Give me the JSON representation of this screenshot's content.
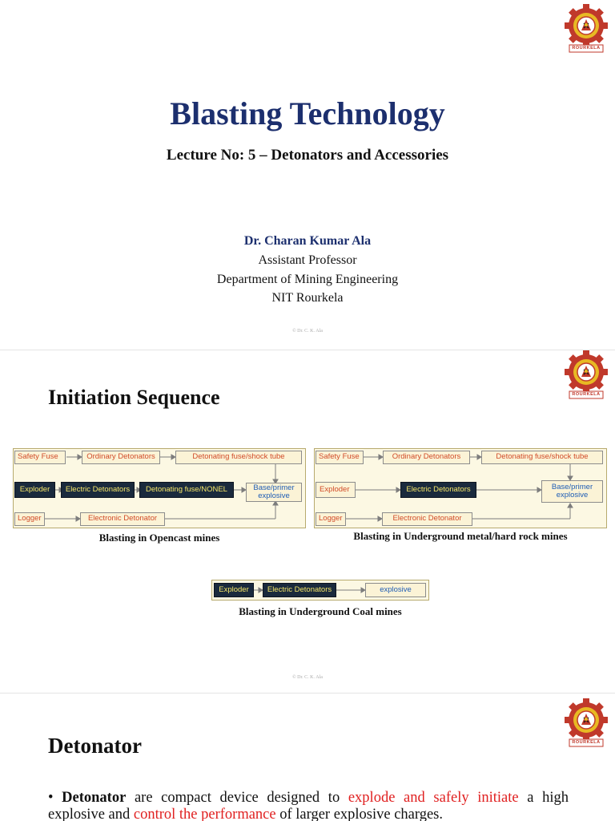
{
  "slide1": {
    "title": "Blasting Technology",
    "subtitle": "Lecture No: 5 – Detonators and Accessories",
    "author": "Dr. Charan  Kumar Ala",
    "position": "Assistant  Professor",
    "department": "Department  of  Mining Engineering",
    "institute": "NIT Rourkela",
    "copyright": "© Dr.  C.  K.  Ala"
  },
  "logo": {
    "ribbon_text": "ROURKELA",
    "icon": "nit-rourkela-emblem-icon",
    "colors": {
      "red": "#c0392b",
      "gold": "#e8b923"
    }
  },
  "slide2": {
    "heading": "Initiation Sequence",
    "diagram_opencast": {
      "row1": [
        "Safety Fuse",
        "Ordinary Detonators",
        "Detonating fuse/shock tube"
      ],
      "row2": [
        "Exploder",
        "Electric Detonators",
        "Detonating fuse/NONEL"
      ],
      "row3": [
        "Logger",
        "Electronic Detonator"
      ],
      "target": "Base/primer explosive",
      "caption": "Blasting in Opencast mines"
    },
    "diagram_underground_metal": {
      "row1": [
        "Safety Fuse",
        "Ordinary Detonators",
        "Detonating fuse/shock tube"
      ],
      "row2": [
        "Exploder",
        "Electric Detonators"
      ],
      "row3": [
        "Logger",
        "Electronic Detonator"
      ],
      "target": "Base/primer explosive",
      "caption": "Blasting in Underground metal/hard rock mines"
    },
    "diagram_coal": {
      "boxes": [
        "Exploder",
        "Electric Detonators",
        "explosive"
      ],
      "caption": "Blasting in Underground Coal mines"
    },
    "copyright": "© Dr.  C.  K.  Ala"
  },
  "slide3": {
    "heading": "Detonator",
    "bullet": {
      "marker": "•",
      "term": "Detonator",
      "text1": " are compact device designed to ",
      "highlight1": "explode and safely initiate",
      "text2": " a high explosive and ",
      "highlight2": "control the performance",
      "text3": " of larger explosive charges."
    }
  },
  "colors": {
    "title_navy": "#1c2f6e",
    "highlight_red": "#e02020",
    "dark_box": "#1a2a3d",
    "dark_box_text": "#f5e66a",
    "light_box_text": "#d14b28",
    "blue_text": "#1f5db5"
  }
}
